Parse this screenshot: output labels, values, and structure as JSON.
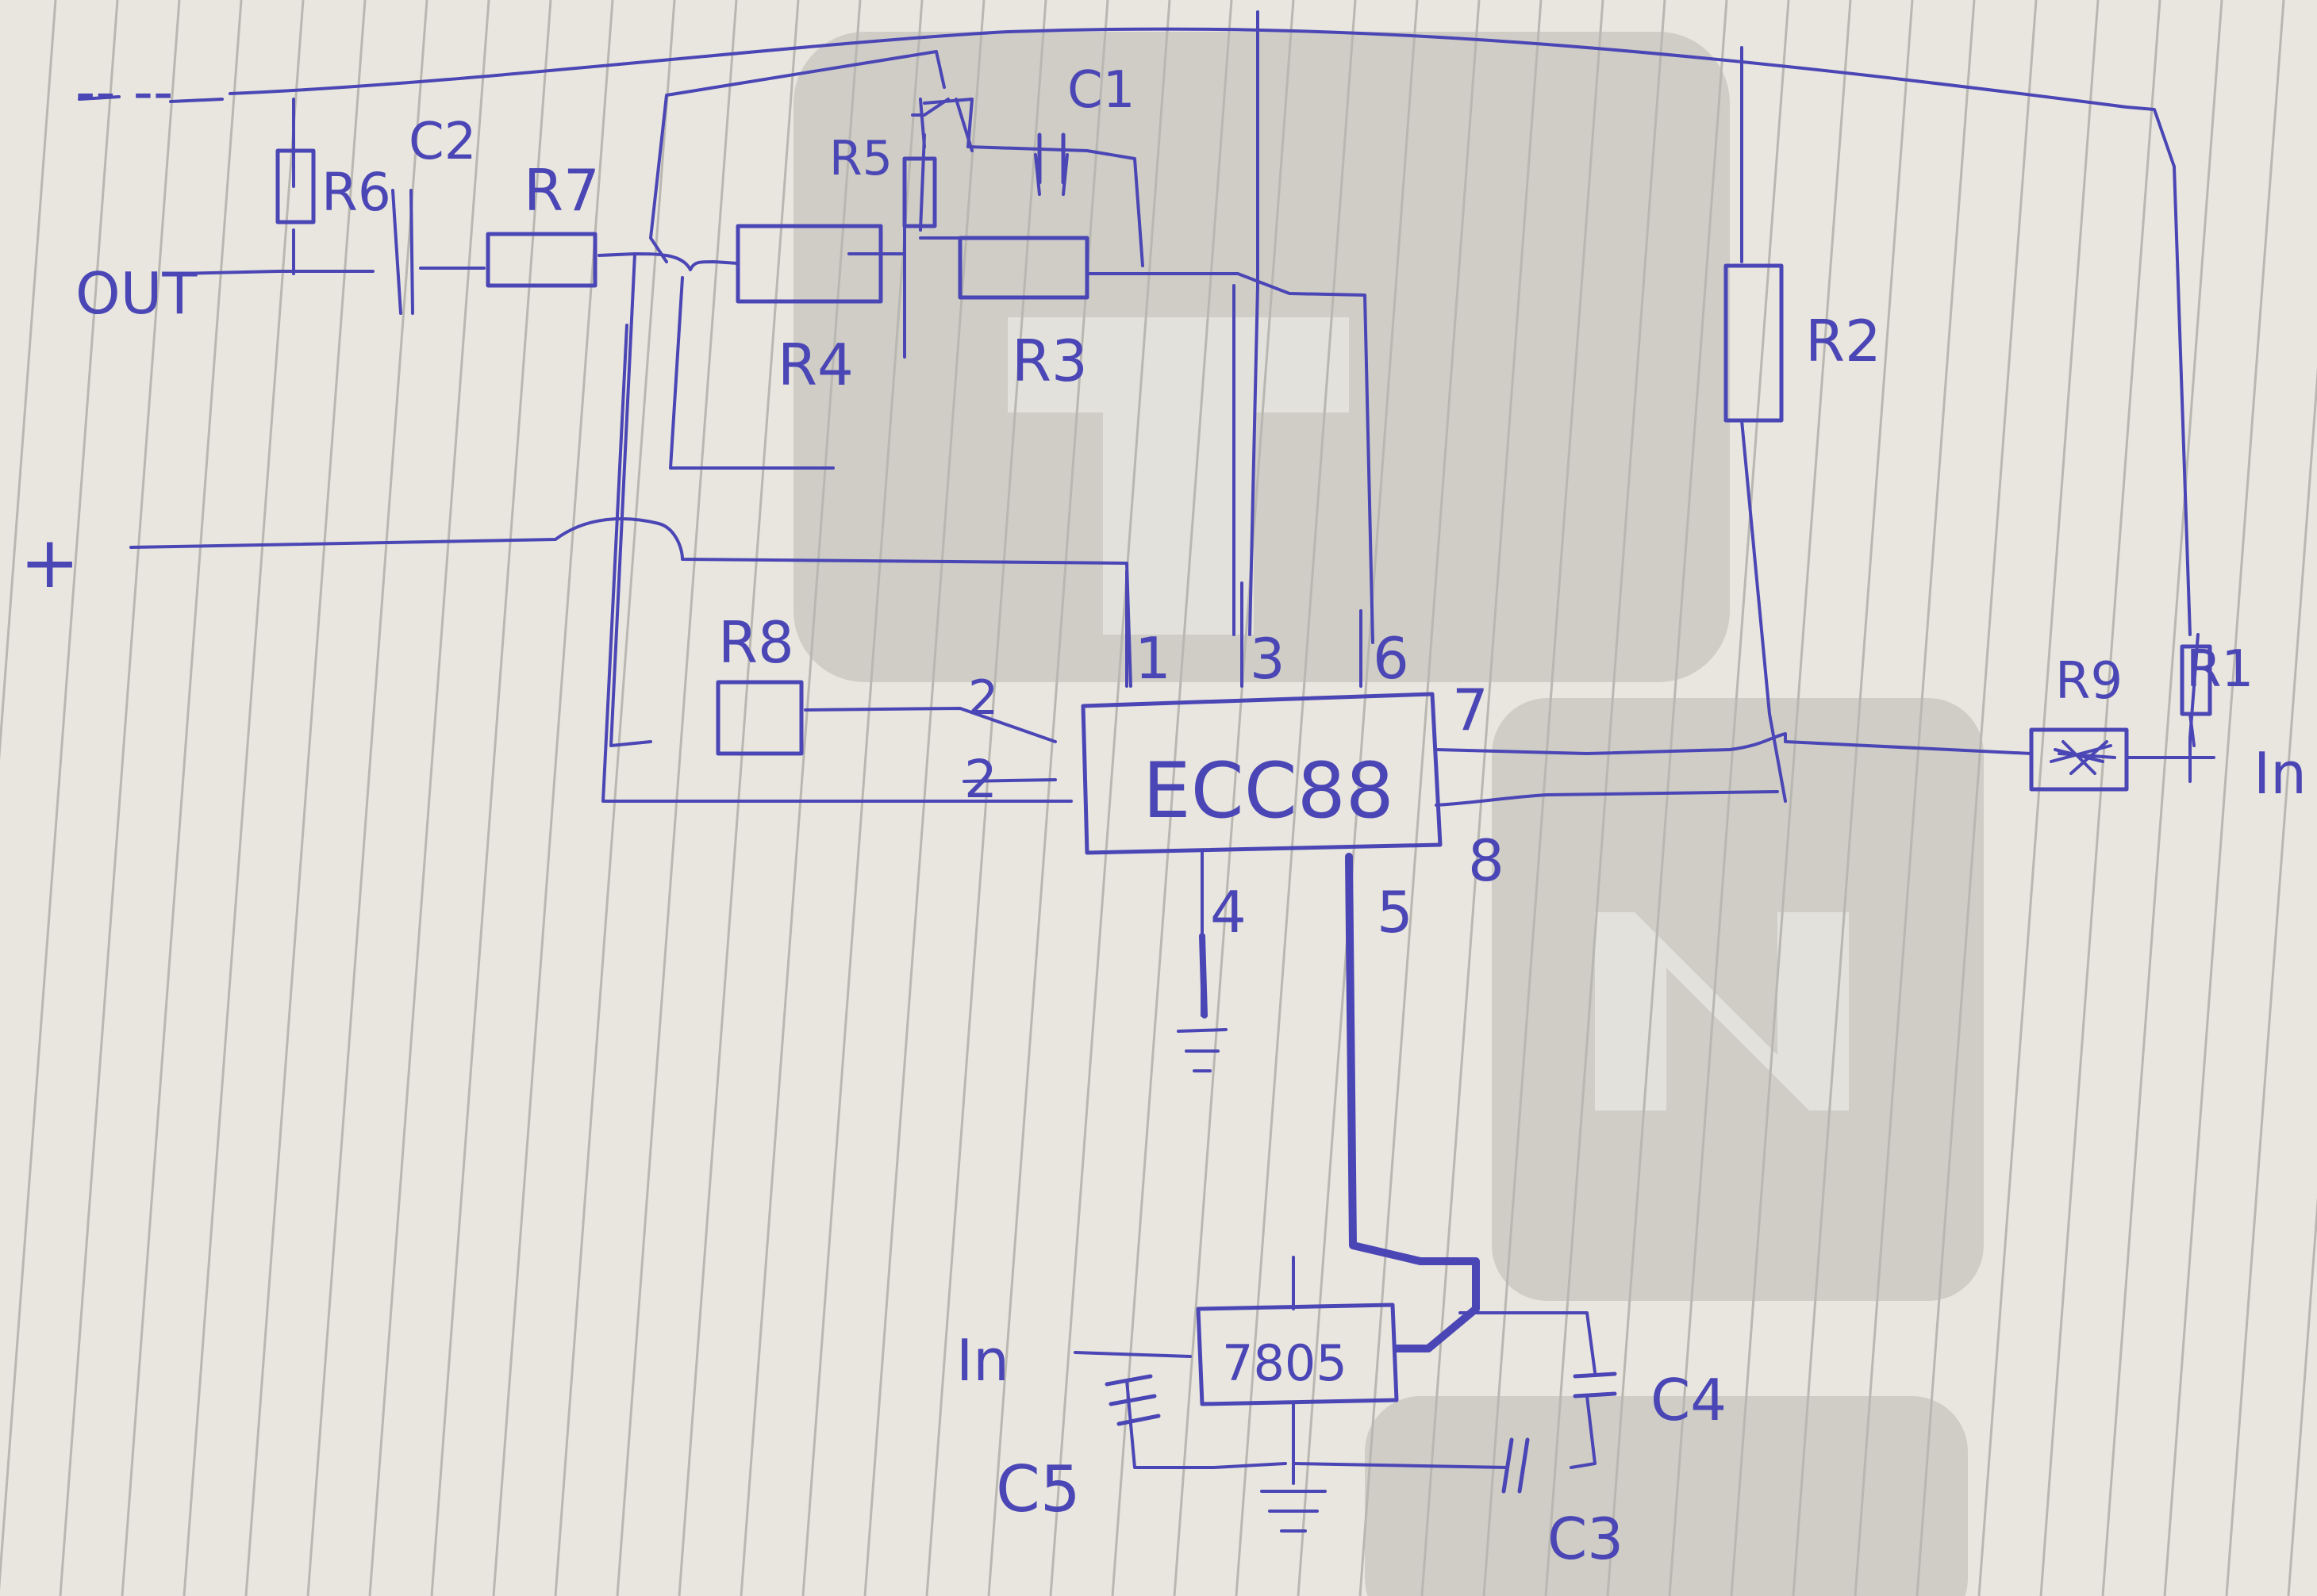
{
  "labels": {
    "minus": "-- --",
    "out": "OUT",
    "plus": "+",
    "in_right": "In",
    "in_bottom": "In",
    "tube": "ECC88",
    "regulator": "7805",
    "r1": "R1",
    "r2": "R2",
    "r3": "R3",
    "r4": "R4",
    "r5": "R5",
    "r6": "R6",
    "r7": "R7",
    "r8": "R8",
    "r9": "R9",
    "c1": "C1",
    "c2": "C2",
    "c3": "C3",
    "c4": "C4",
    "c5": "C5"
  },
  "pins": {
    "p1": "1",
    "p2a": "2",
    "p2b": "2",
    "p3": "3",
    "p4": "4",
    "p5": "5",
    "p6": "6",
    "p7": "7",
    "p8": "8"
  },
  "colors": {
    "ink": "#4b46b5",
    "paper": "#e9e6df",
    "ruling": "#b9b7b1",
    "watermark": "#c9c7c0"
  }
}
